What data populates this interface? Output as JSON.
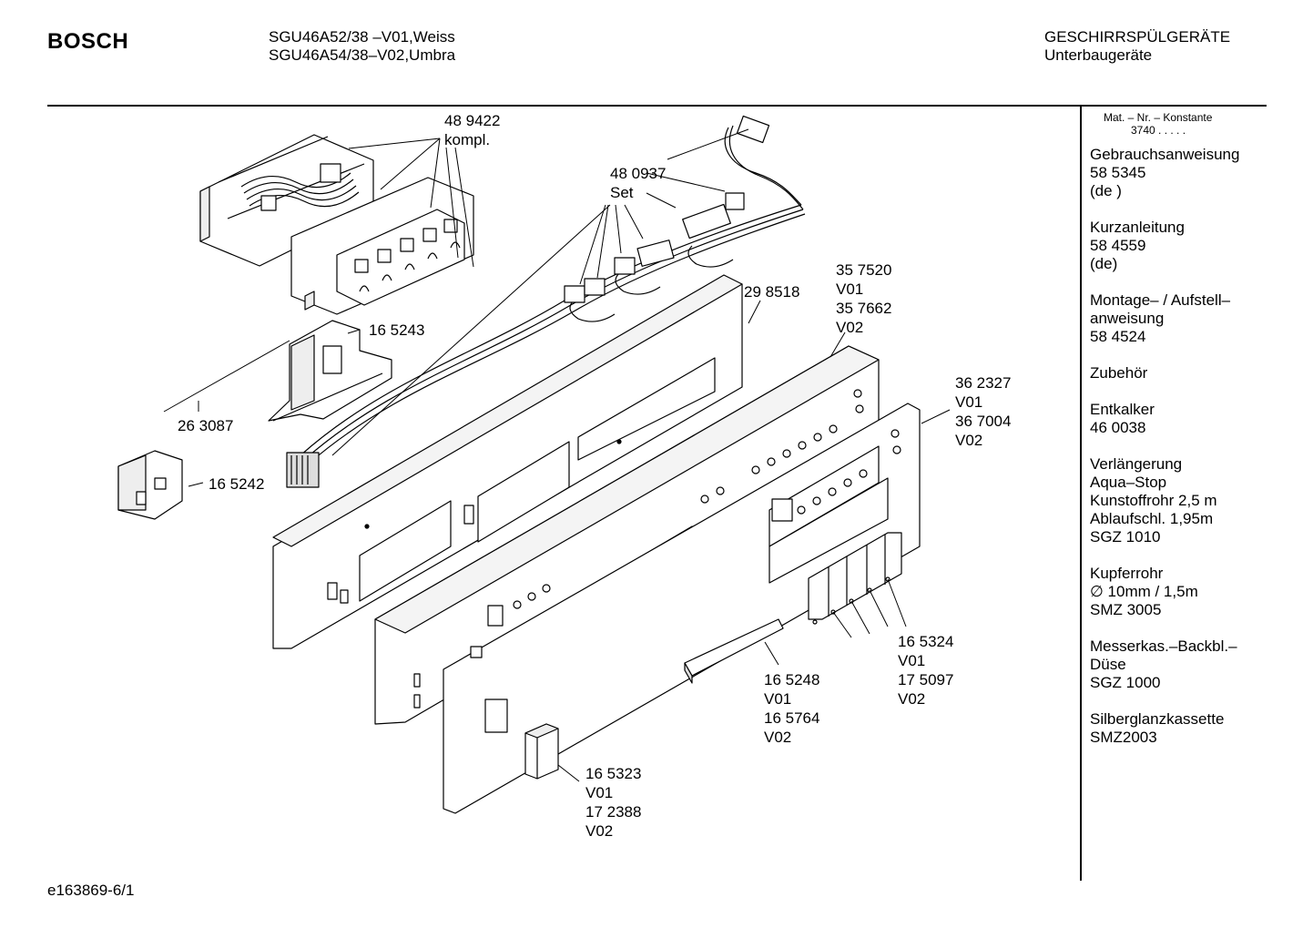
{
  "header": {
    "brand": "BOSCH",
    "model_line1": "SGU46A52/38 –V01,Weiss",
    "model_line2": "SGU46A54/38–V02,Umbra",
    "category_line1": "GESCHIRRSPÜLGERÄTE",
    "category_line2": "Unterbaugeräte"
  },
  "sidebar": {
    "header_label": "Mat. – Nr. – Konstante",
    "header_value": "3740 .  .  .  .  .",
    "groups": [
      {
        "lines": [
          "Gebrauchsanweisung",
          "58 5345",
          "(de )"
        ]
      },
      {
        "lines": [
          "Kurzanleitung",
          "58 4559",
          "(de)"
        ]
      },
      {
        "lines": [
          "Montage– / Aufstell–",
          "anweisung",
          "58 4524"
        ]
      },
      {
        "lines": [
          "Zubehör"
        ]
      },
      {
        "lines": [
          "Entkalker",
          "46 0038"
        ]
      },
      {
        "lines": [
          "Verlängerung",
          "Aqua–Stop",
          "Kunstoffrohr 2,5 m",
          "Ablaufschl. 1,95m",
          "SGZ 1010"
        ]
      },
      {
        "lines": [
          "Kupferrohr",
          "∅ 10mm / 1,5m",
          "SMZ 3005"
        ]
      },
      {
        "lines": [
          "Messerkas.–Backbl.–",
          "Düse",
          "SGZ 1000"
        ]
      },
      {
        "lines": [
          "Silberglanzkassette",
          "SMZ2003"
        ]
      }
    ]
  },
  "callouts": {
    "c489422": "48 9422\nkompl.",
    "c480937": "48 0937\nSet",
    "c298518": "29 8518",
    "c357520": "35 7520\nV01\n35 7662\nV02",
    "c165243": "16 5243",
    "c263087": "26 3087",
    "c165242": "16 5242",
    "c362327": "36 2327\nV01\n36 7004\nV02",
    "c165324": "16 5324\nV01\n17 5097\nV02",
    "c165248": "16 5248\nV01\n16 5764\nV02",
    "c165323": "16 5323\nV01\n17 2388\nV02"
  },
  "footer": {
    "code": "e163869-6/1"
  }
}
